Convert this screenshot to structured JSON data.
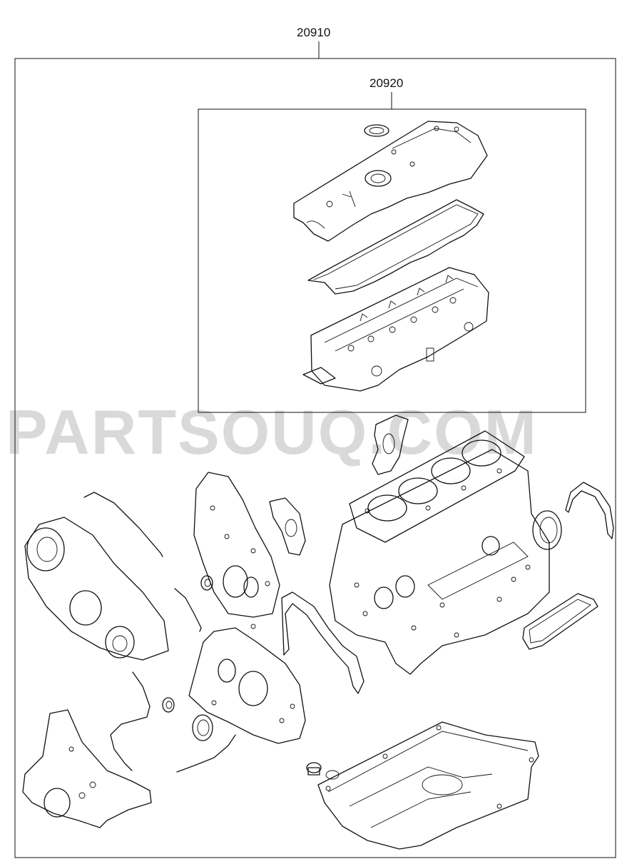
{
  "callouts": {
    "outer_set": "20910",
    "inner_set": "20920"
  },
  "watermark": "PARTSOUQ.COM",
  "parts": [
    "timing-cover-upper",
    "timing-cover-gasket",
    "timing-case",
    "front-case-gasket",
    "front-case",
    "oil-seal-small",
    "oil-seal-large",
    "timing-cover-lower",
    "cylinder-head-cover",
    "cover-gasket",
    "cylinder-head",
    "head-gasket",
    "water-pump-gasket",
    "thermostat-gasket",
    "cylinder-block",
    "rear-oil-seal",
    "rear-seal-case",
    "rear-case-gasket",
    "oil-pan",
    "drain-plug"
  ]
}
